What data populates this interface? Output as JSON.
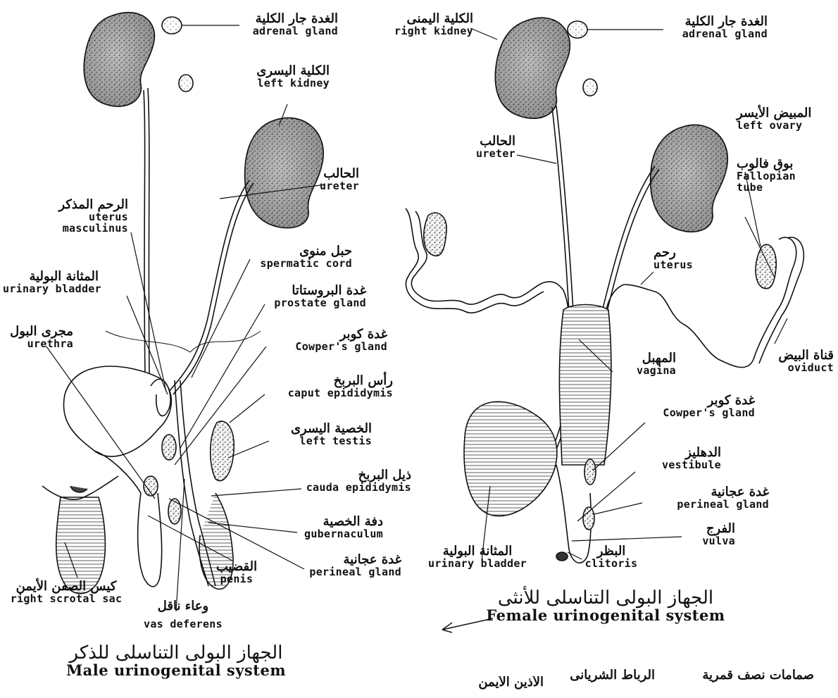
{
  "male": {
    "title_ar": "الجهاز البولى التناسلى للذكر",
    "title_en": "Male urinogenital system",
    "labels": {
      "adrenal_gland": {
        "ar": "الغدة جار الكلية",
        "en": "adrenal gland"
      },
      "left_kidney": {
        "ar": "الكلية اليسرى",
        "en": "left kidney"
      },
      "ureter": {
        "ar": "الحالب",
        "en": "ureter"
      },
      "uterus_masculinus": {
        "ar": "الرحم المذكر",
        "en": "uterus",
        "en2": "masculinus"
      },
      "urinary_bladder": {
        "ar": "المثانة البولية",
        "en": "urinary bladder"
      },
      "urethra": {
        "ar": "مجرى البول",
        "en": "urethra"
      },
      "spermatic_cord": {
        "ar": "حبل منوى",
        "en": "spermatic cord"
      },
      "prostate_gland": {
        "ar": "غدة البروستاتا",
        "en": "prostate gland"
      },
      "cowpers_gland": {
        "ar": "غدة كوبر",
        "en": "Cowper's gland"
      },
      "caput_epididymis": {
        "ar": "رأس البربخ",
        "en": "caput epididymis"
      },
      "left_testis": {
        "ar": "الخصية اليسرى",
        "en": "left testis"
      },
      "cauda_epididymis": {
        "ar": "ذيل البربخ",
        "en": "cauda epididymis"
      },
      "gubernaculum": {
        "ar": "دفة الخصية",
        "en": "gubernaculum"
      },
      "perineal_gland": {
        "ar": "غدة عجانية",
        "en": "perineal gland"
      },
      "penis": {
        "ar": "القضيب",
        "en": "penis"
      },
      "right_scrotal_sac": {
        "ar": "كيس الصفن الأيمن",
        "en": "right scrotal sac"
      },
      "vas_deferens": {
        "ar": "وعاء ناقل",
        "en": "vas deferens"
      }
    }
  },
  "female": {
    "title_ar": "الجهاز البولى التناسلى للأنثى",
    "title_en": "Female urinogenital system",
    "labels": {
      "right_kidney": {
        "ar": "الكلية اليمنى",
        "en": "right kidney"
      },
      "adrenal_gland": {
        "ar": "الغدة جار الكلية",
        "en": "adrenal gland"
      },
      "left_ovary": {
        "ar": "المبيض الأيسر",
        "en": "left ovary"
      },
      "ureter": {
        "ar": "الحالب",
        "en": "ureter"
      },
      "fallopian_tube": {
        "ar": "بوق فالوب",
        "en": "Fallopian",
        "en2": "tube"
      },
      "uterus": {
        "ar": "رحم",
        "en": "uterus"
      },
      "vagina": {
        "ar": "المهبل",
        "en": "vagina"
      },
      "oviduct": {
        "ar": "قناة البيض",
        "en": "oviduct"
      },
      "cowpers_gland": {
        "ar": "غدة كوبر",
        "en": "Cowper's gland"
      },
      "vestibule": {
        "ar": "الدهليز",
        "en": "vestibule"
      },
      "perineal_gland": {
        "ar": "غدة عجانية",
        "en": "perineal gland"
      },
      "vulva": {
        "ar": "الفرج",
        "en": "vulva"
      },
      "clitoris": {
        "ar": "البظر",
        "en": "clitoris"
      },
      "urinary_bladder": {
        "ar": "المثانة البولية",
        "en": "urinary bladder"
      }
    }
  },
  "bottom_cut": {
    "a": "الأذين الأيمن",
    "b": "الرباط الشريانى",
    "c": "صمامات نصف قمرية"
  }
}
